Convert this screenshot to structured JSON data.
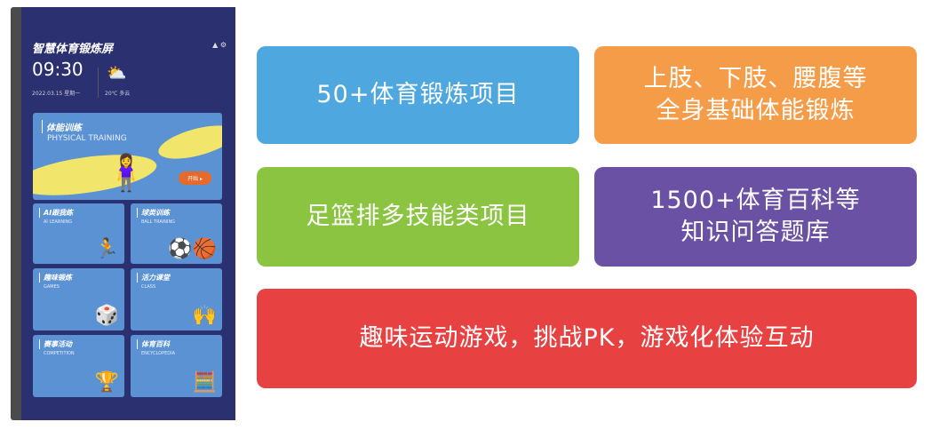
{
  "device": {
    "title": "智慧体育锻炼屏",
    "time": "09:30",
    "date": "2022.03.15 星期一",
    "weather": "20℃ 多云",
    "hero": {
      "name": "体能训练",
      "en": "PHYSICAL TRAINING",
      "button": "开始 ▸"
    },
    "tiles": [
      {
        "name": "AI跟我练",
        "en": "AI LEARNING",
        "icon": "🏃"
      },
      {
        "name": "球类训练",
        "en": "BALL TRAINING",
        "icon": "⚽🏀"
      },
      {
        "name": "趣味锻炼",
        "en": "GAMES",
        "icon": "🎲"
      },
      {
        "name": "活力课堂",
        "en": "CLASS",
        "icon": "🙌"
      },
      {
        "name": "赛事活动",
        "en": "COMPETITION",
        "icon": "🏆"
      },
      {
        "name": "体育百科",
        "en": "ENCYCLOPEDIA",
        "icon": "🧮"
      }
    ]
  },
  "features": [
    {
      "line1": "50+体育锻炼项目",
      "line2": "",
      "color": "#4ea7de"
    },
    {
      "line1": "上肢、下肢、腰腹等",
      "line2": "全身基础体能锻炼",
      "color": "#f59c48"
    },
    {
      "line1": "足篮排多技能类项目",
      "line2": "",
      "color": "#8ac440"
    },
    {
      "line1": "1500+体育百科等",
      "line2": "知识问答题库",
      "color": "#6b51a3"
    },
    {
      "line1": "趣味运动游戏，挑战PK，游戏化体验互动",
      "line2": "",
      "color": "#e84142"
    }
  ]
}
